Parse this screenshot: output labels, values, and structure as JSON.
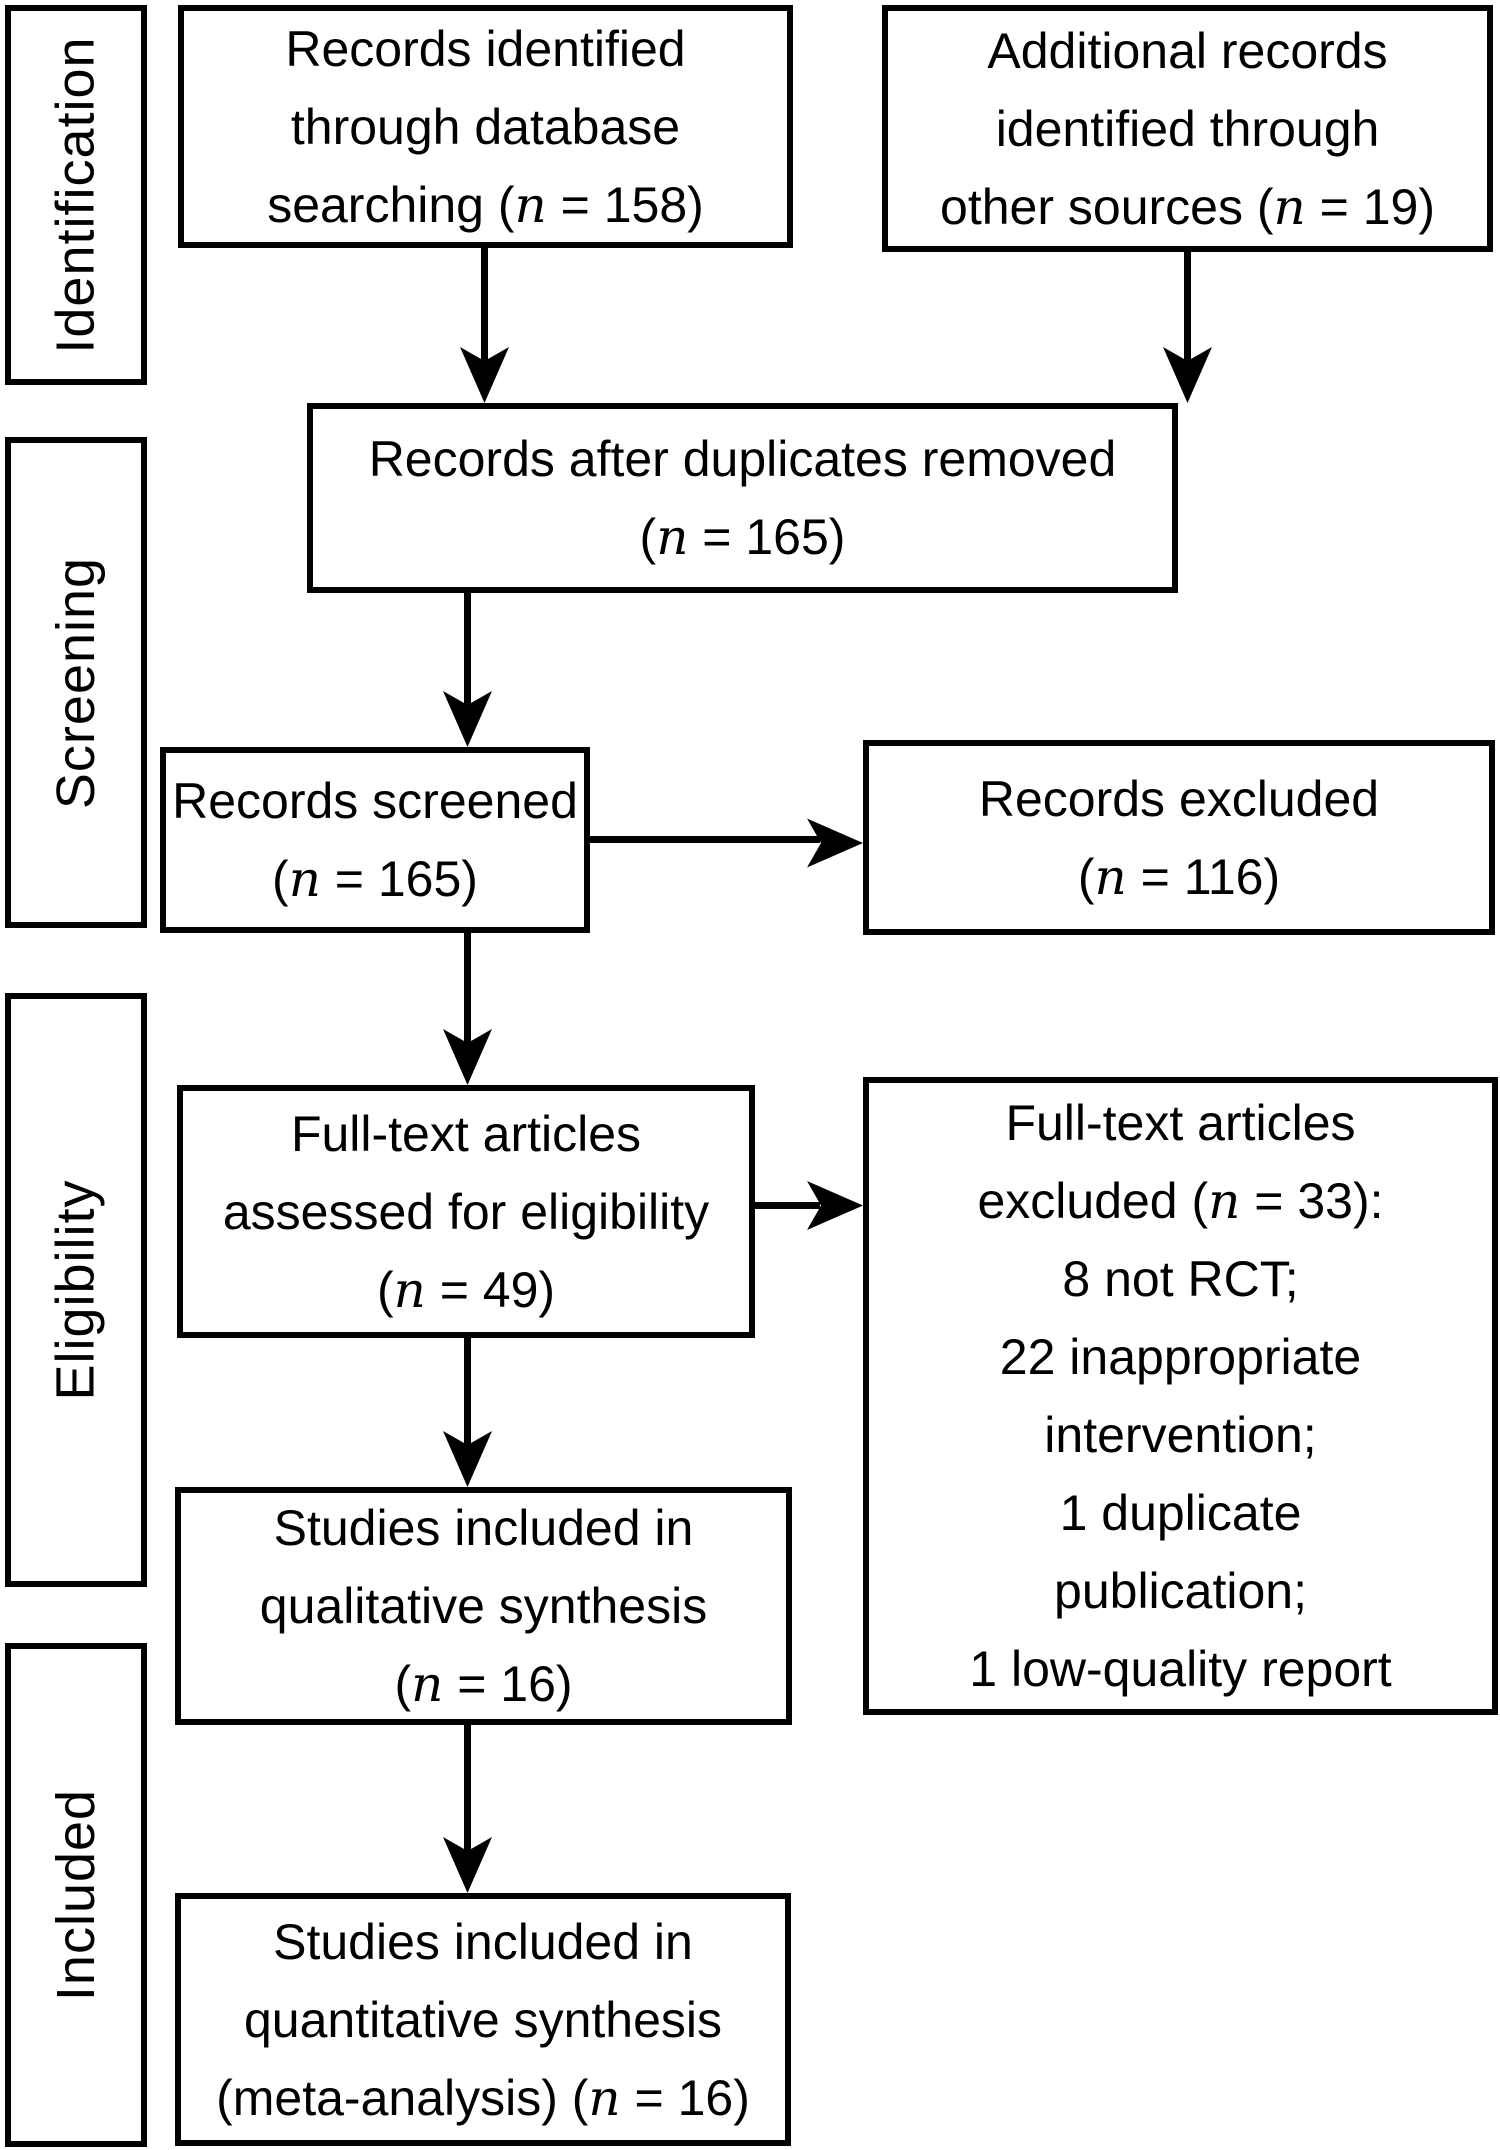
{
  "palette": {
    "background": "#ffffff",
    "line_color": "#000000",
    "text_color": "#000000"
  },
  "sidebar": {
    "items": [
      {
        "label": "Identification"
      },
      {
        "label": "Screening"
      },
      {
        "label": "Eligibility"
      },
      {
        "label": "Included"
      }
    ]
  },
  "boxes": {
    "identified": {
      "l1": "Records identified",
      "l2": "through database",
      "l3pre": "searching (",
      "n": "n",
      "l3post": " = 158)"
    },
    "additional": {
      "l1": "Additional records",
      "l2": "identified through",
      "l3pre": "other sources (",
      "n": "n",
      "l3post": " = 19)"
    },
    "duplicates": {
      "l1": "Records after duplicates removed",
      "l2pre": "(",
      "n": "n",
      "l2post": " = 165)"
    },
    "screened": {
      "l1": "Records screened",
      "l2pre": "(",
      "n": "n",
      "l2post": " = 165)"
    },
    "records_excluded": {
      "l1": "Records excluded",
      "l2pre": "(",
      "n": "n",
      "l2post": " = 116)"
    },
    "fulltext": {
      "l1": "Full-text articles",
      "l2": "assessed for eligibility",
      "l3pre": "(",
      "n": "n",
      "l3post": " = 49)"
    },
    "fulltext_excluded": {
      "l1": "Full-text articles",
      "l2pre": "excluded (",
      "n": "n",
      "l2post": " = 33):",
      "l3": "8 not RCT;",
      "l4": "22 inappropriate",
      "l5": "intervention;",
      "l6": "1 duplicate",
      "l7": "publication;",
      "l8": "1 low-quality report"
    },
    "qualitative": {
      "l1": "Studies included in",
      "l2": "qualitative synthesis",
      "l3pre": "(",
      "n": "n",
      "l3post": " = 16)"
    },
    "quantitative": {
      "l1": "Studies included in",
      "l2": "quantitative synthesis",
      "l3pre": "(meta-analysis) (",
      "n": "n",
      "l3post": " = 16)"
    }
  }
}
